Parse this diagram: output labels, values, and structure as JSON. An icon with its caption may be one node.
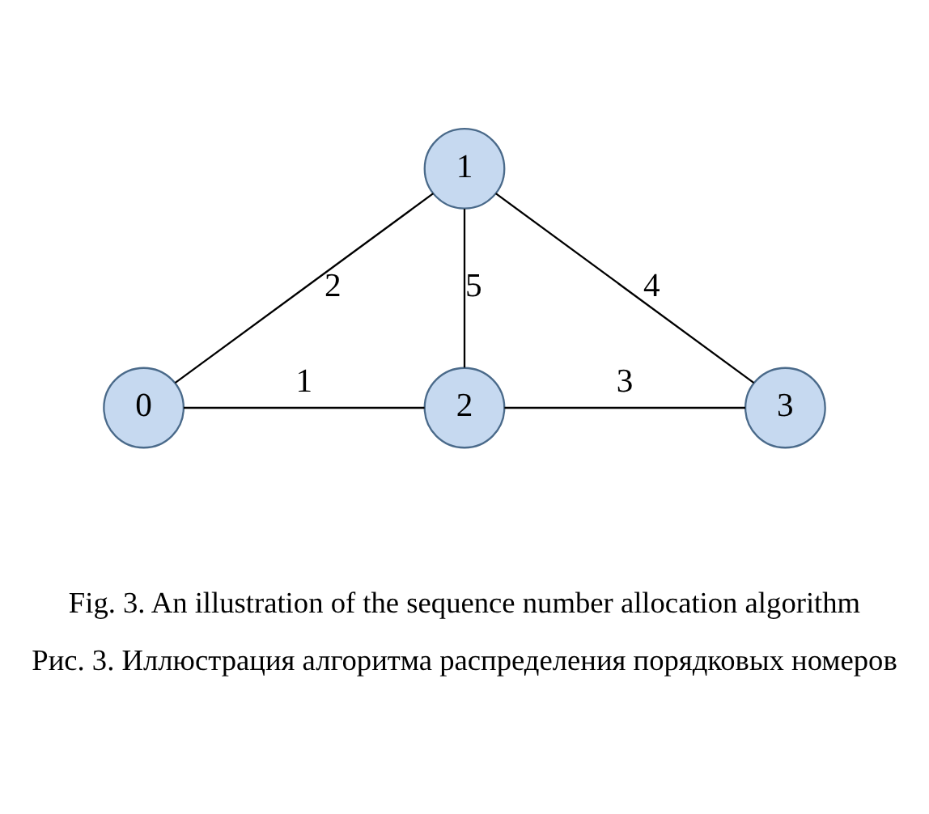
{
  "diagram": {
    "caption": "Рис. 3. Иллюстрация алгоритма распределения порядковых номеров",
    "nodes": [
      {
        "text": [
          "1"
        ]
      },
      {
        "text": [
          "0"
        ]
      },
      {
        "text": [
          "2"
        ]
      },
      {
        "text": [
          "3"
        ]
      }
    ],
    "edges": [
      {
        "from": 0,
        "to": 1,
        "arrow": "none",
        "label": "2"
      },
      {
        "from": 0,
        "to": 2,
        "arrow": "none",
        "label": "5"
      },
      {
        "from": 0,
        "to": 3,
        "arrow": "none",
        "label": "4"
      },
      {
        "from": 1,
        "to": 2,
        "arrow": "none",
        "label": "1"
      },
      {
        "from": 2,
        "to": 3,
        "arrow": "none",
        "label": "3"
      }
    ],
    "labels": [
      "Fig. 3. An illustration of the sequence number allocation algorithm"
    ]
  }
}
